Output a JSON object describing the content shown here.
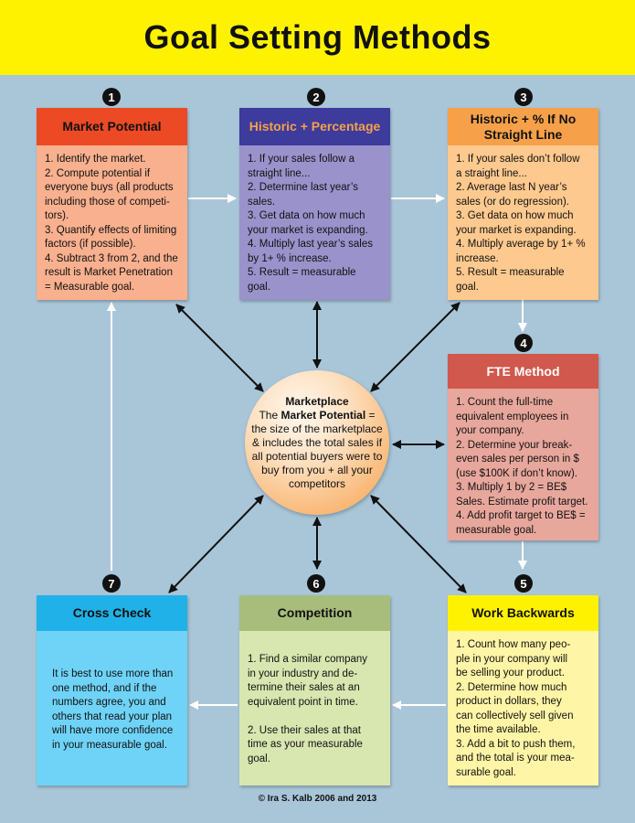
{
  "title": "Goal Setting Methods",
  "boxes": {
    "market": {
      "number": "1",
      "header": "Market Potential",
      "lines": [
        "1. Identify the market.",
        "2. Compute potential if",
        "everyone buys (all products",
        "including those of competi-",
        "tors).",
        "3. Quantify effects of limiting",
        "factors (if possible).",
        "4. Subtract 3 from 2, and the",
        "result is Market Penetration",
        "= Measurable goal."
      ]
    },
    "historic": {
      "number": "2",
      "header": "Historic + Percentage",
      "lines": [
        "1. If your sales follow a",
        "straight line...",
        "2. Determine last year’s",
        "sales.",
        "3. Get data on how much",
        "your market is expanding.",
        "4. Multiply last year’s sales",
        "by 1+ % increase.",
        "5. Result = measurable",
        "goal."
      ]
    },
    "historic_no_line": {
      "number": "3",
      "header": "Historic + % If No Straight Line",
      "lines": [
        "1. If your sales don’t follow",
        "a straight line...",
        "2. Average last N year’s",
        "sales (or do regression).",
        "3. Get data on how much",
        "your market is expanding.",
        "4. Multiply average by 1+ %",
        "increase.",
        "5. Result = measurable",
        "goal."
      ]
    },
    "fte": {
      "number": "4",
      "header": "FTE Method",
      "lines": [
        "1. Count the full-time",
        "equivalent employees in",
        "your company.",
        "2. Determine your break-",
        "even sales per person in $",
        "(use $100K if don’t know).",
        "3. Multiply 1 by 2 = BE$",
        "Sales. Estimate profit target.",
        "4. Add profit target to BE$ =",
        "measurable goal."
      ]
    },
    "work_backwards": {
      "number": "5",
      "header": "Work Backwards",
      "lines": [
        "1. Count how many peo-",
        "ple in your company will",
        "be selling your product.",
        "2. Determine how much",
        "product in dollars, they",
        "can collectively sell given",
        "the time available.",
        "3. Add a bit to push them,",
        "and the total is your mea-",
        "surable goal."
      ]
    },
    "competition": {
      "number": "6",
      "header": "Competition",
      "lines": [
        "1. Find a similar company",
        "in your industry and de-",
        "termine their  sales at an",
        "equivalent point in time.",
        "",
        "2. Use their sales at that",
        "time as your measurable",
        "goal."
      ]
    },
    "cross_check": {
      "number": "7",
      "header": "Cross Check",
      "lines": [
        "It is best to use more than",
        "one method, and if the",
        "numbers agree, you and",
        "others that read your plan",
        "will have more confidence",
        "in your measurable goal."
      ]
    }
  },
  "center": {
    "title": "Marketplace",
    "text_prefix": "The ",
    "text_bold": "Market Potential",
    "text_suffix": " = the size of  the marketplace & includes the total sales if all potential buyers were to buy from you + all your competitors"
  },
  "footer": "© Ira S. Kalb 2006 and 2013",
  "colors": {
    "background": "#a9c6d9",
    "banner": "#fff200",
    "market_head": "#ec4a25",
    "market_body": "#f8b08e",
    "historic_head": "#3d3b9c",
    "historic_body": "#9a92cb",
    "historic_no_line_head": "#f6a04a",
    "historic_no_line_body": "#fdc98e",
    "fte_head": "#d1584c",
    "fte_body": "#e8a79c",
    "work_head": "#fff200",
    "work_body": "#fff5a6",
    "competition_head": "#a8bd7c",
    "competition_body": "#d8e6b0",
    "cross_head": "#20b1e8",
    "cross_body": "#6fd3f7"
  }
}
